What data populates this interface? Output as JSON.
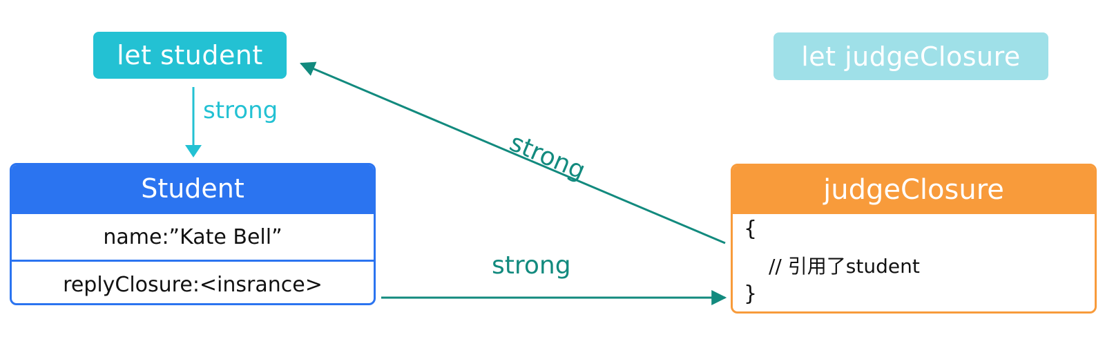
{
  "variables": {
    "student": "let student",
    "judge_closure": "let judgeClosure"
  },
  "student_object": {
    "title": "Student",
    "rows": [
      "name:”Kate Bell”",
      "replyClosure:<insrance>"
    ]
  },
  "closure_object": {
    "title": "judgeClosure",
    "open_brace": "{",
    "comment": "// 引用了student",
    "close_brace": "}"
  },
  "edges": [
    {
      "from": "let student",
      "to": "Student",
      "label": "strong"
    },
    {
      "from": "judgeClosure",
      "to": "let student",
      "label": "strong"
    },
    {
      "from": "replyClosure",
      "to": "judgeClosure",
      "label": "strong"
    }
  ],
  "colors": {
    "cyan": "#23c1d3",
    "cyan_light": "#9fe0e8",
    "blue": "#2b74f0",
    "orange": "#f89b3b",
    "teal": "#128a7e"
  }
}
